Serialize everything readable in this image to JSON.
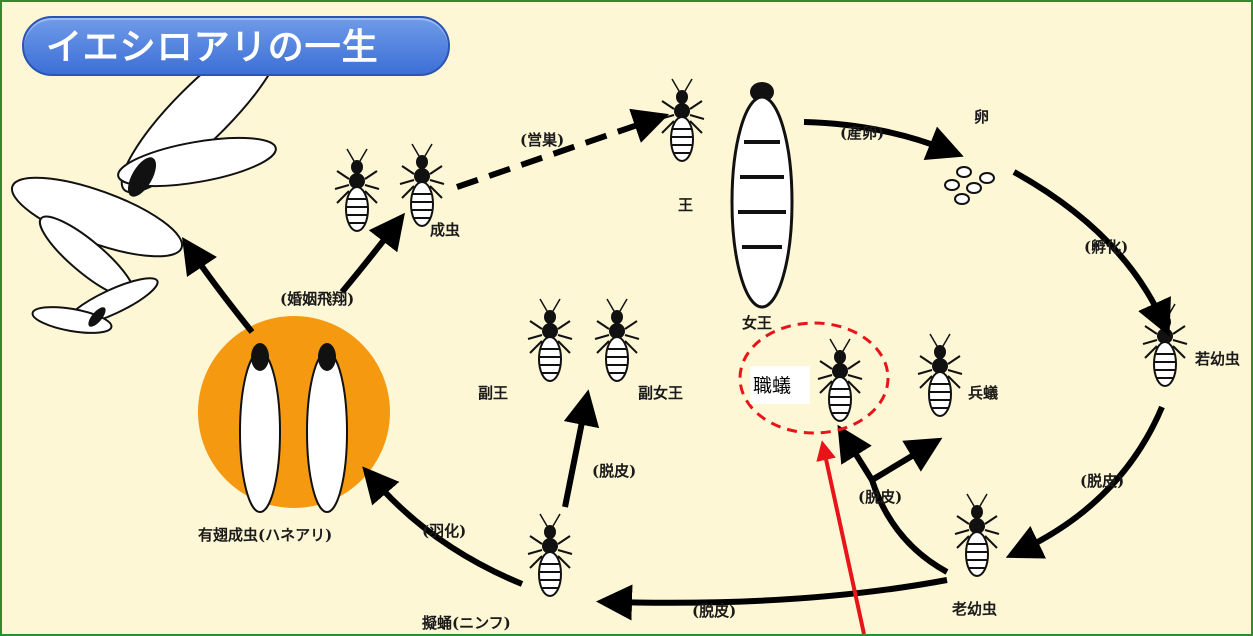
{
  "title": "イエシロアリの一生",
  "stages": {
    "swarming": "(婚姻飛翔)",
    "adult": "成虫",
    "nesting": "(営巣)",
    "king": "王",
    "laying": "(産卵)",
    "eggs": "卵",
    "queen": "女王",
    "hatching": "(孵化)",
    "young_larva": "若幼虫",
    "molt_right": "(脱皮)",
    "old_larva": "老幼虫",
    "molt_bottom": "(脱皮)",
    "nymph": "擬蛹(ニンフ)",
    "molt_center": "(脱皮)",
    "molt_mid": "(脱皮)",
    "eclosion": "(羽化)",
    "alate": "有翅成虫(ハネアリ)",
    "sub_king": "副王",
    "sub_queen": "副女王",
    "soldier": "兵蟻",
    "worker": "職蟻"
  },
  "colors": {
    "title_bg": "#4f7fe0",
    "highlight_circle": "#f59a10",
    "callout": "#e8141a",
    "background": "#fdf7d6",
    "border": "#2e8b2e"
  }
}
